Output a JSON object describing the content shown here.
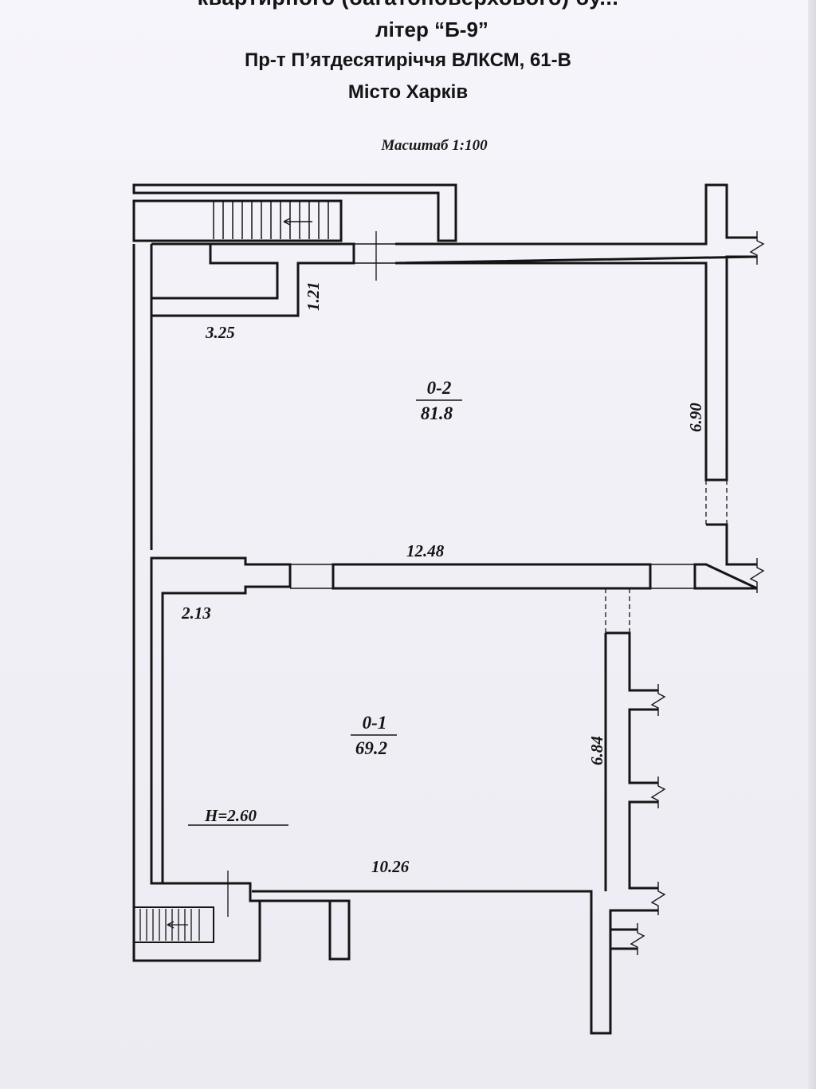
{
  "header": {
    "line1": "квартирного (багатоповерхового) бу...",
    "line2": "літер “Б-9”",
    "address": "Пр-т П’ятдесятиріччя ВЛКСМ, 61-В",
    "city": "Місто Харків",
    "scale": "Масштаб 1:100"
  },
  "rooms": [
    {
      "number": "0-2",
      "area": "81.8"
    },
    {
      "number": "0-1",
      "area": "69.2"
    }
  ],
  "dimensions": {
    "d1": "1.21",
    "d2": "3.25",
    "d3": "6.90",
    "d4": "12.48",
    "d5": "2.13",
    "d6": "6.84",
    "d7": "10.26"
  },
  "height_label": "H=2.60"
}
